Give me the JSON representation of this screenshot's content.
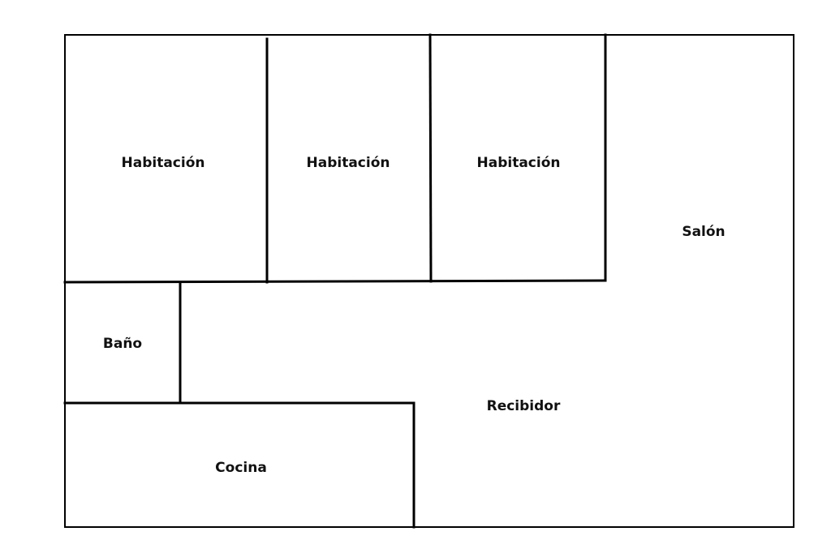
{
  "rooms": {
    "bedroom_1": "Habitación",
    "bedroom_2": "Habitación",
    "bedroom_3": "Habitación",
    "living_room": "Salón",
    "bathroom": "Baño",
    "hall": "Recibidor",
    "kitchen": "Cocina"
  }
}
